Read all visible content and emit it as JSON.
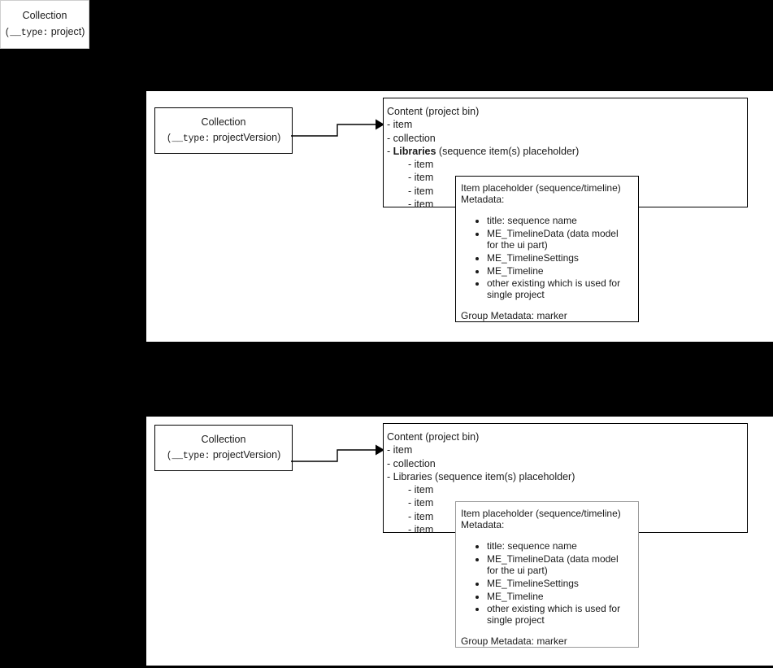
{
  "diagram": {
    "title_boxes": {
      "project_collection": {
        "title": "Collection",
        "type_key": "(__type:",
        "type_value": "project)"
      },
      "project_version_collection": {
        "title": "Collection",
        "type_key": "(__type:",
        "type_value": "projectVersion)"
      }
    },
    "content_box": {
      "header": "Content (project bin)",
      "lines": [
        "- item",
        "- collection"
      ],
      "libraries_dash": "- ",
      "libraries_label": "Libraries",
      "libraries_rest": " (sequence item(s) placeholder)",
      "sub_items": [
        "- item",
        "- item",
        "- item",
        "- item"
      ]
    },
    "placeholder_box": {
      "header": "Item placeholder (sequence/timeline)",
      "subheader": "Metadata:",
      "metadata": [
        "title: sequence name",
        "ME_TimelineData (data model for the ui part)",
        "ME_TimelineSettings",
        "ME_Timeline",
        "other existing which is used for single project"
      ],
      "group_metadata": "Group Metadata: marker"
    },
    "colors": {
      "background": "#000000",
      "panel": "#ffffff",
      "stroke": "#000000",
      "stroke_gray": "#9a9a9a",
      "stroke_light": "#cfcfcf",
      "text": "#1a1a1a"
    },
    "sections": [
      {
        "name": "top-variant",
        "libraries_bold": true,
        "placeholder_border": "black"
      },
      {
        "name": "bottom-variant",
        "libraries_bold": false,
        "placeholder_border": "gray"
      }
    ]
  }
}
